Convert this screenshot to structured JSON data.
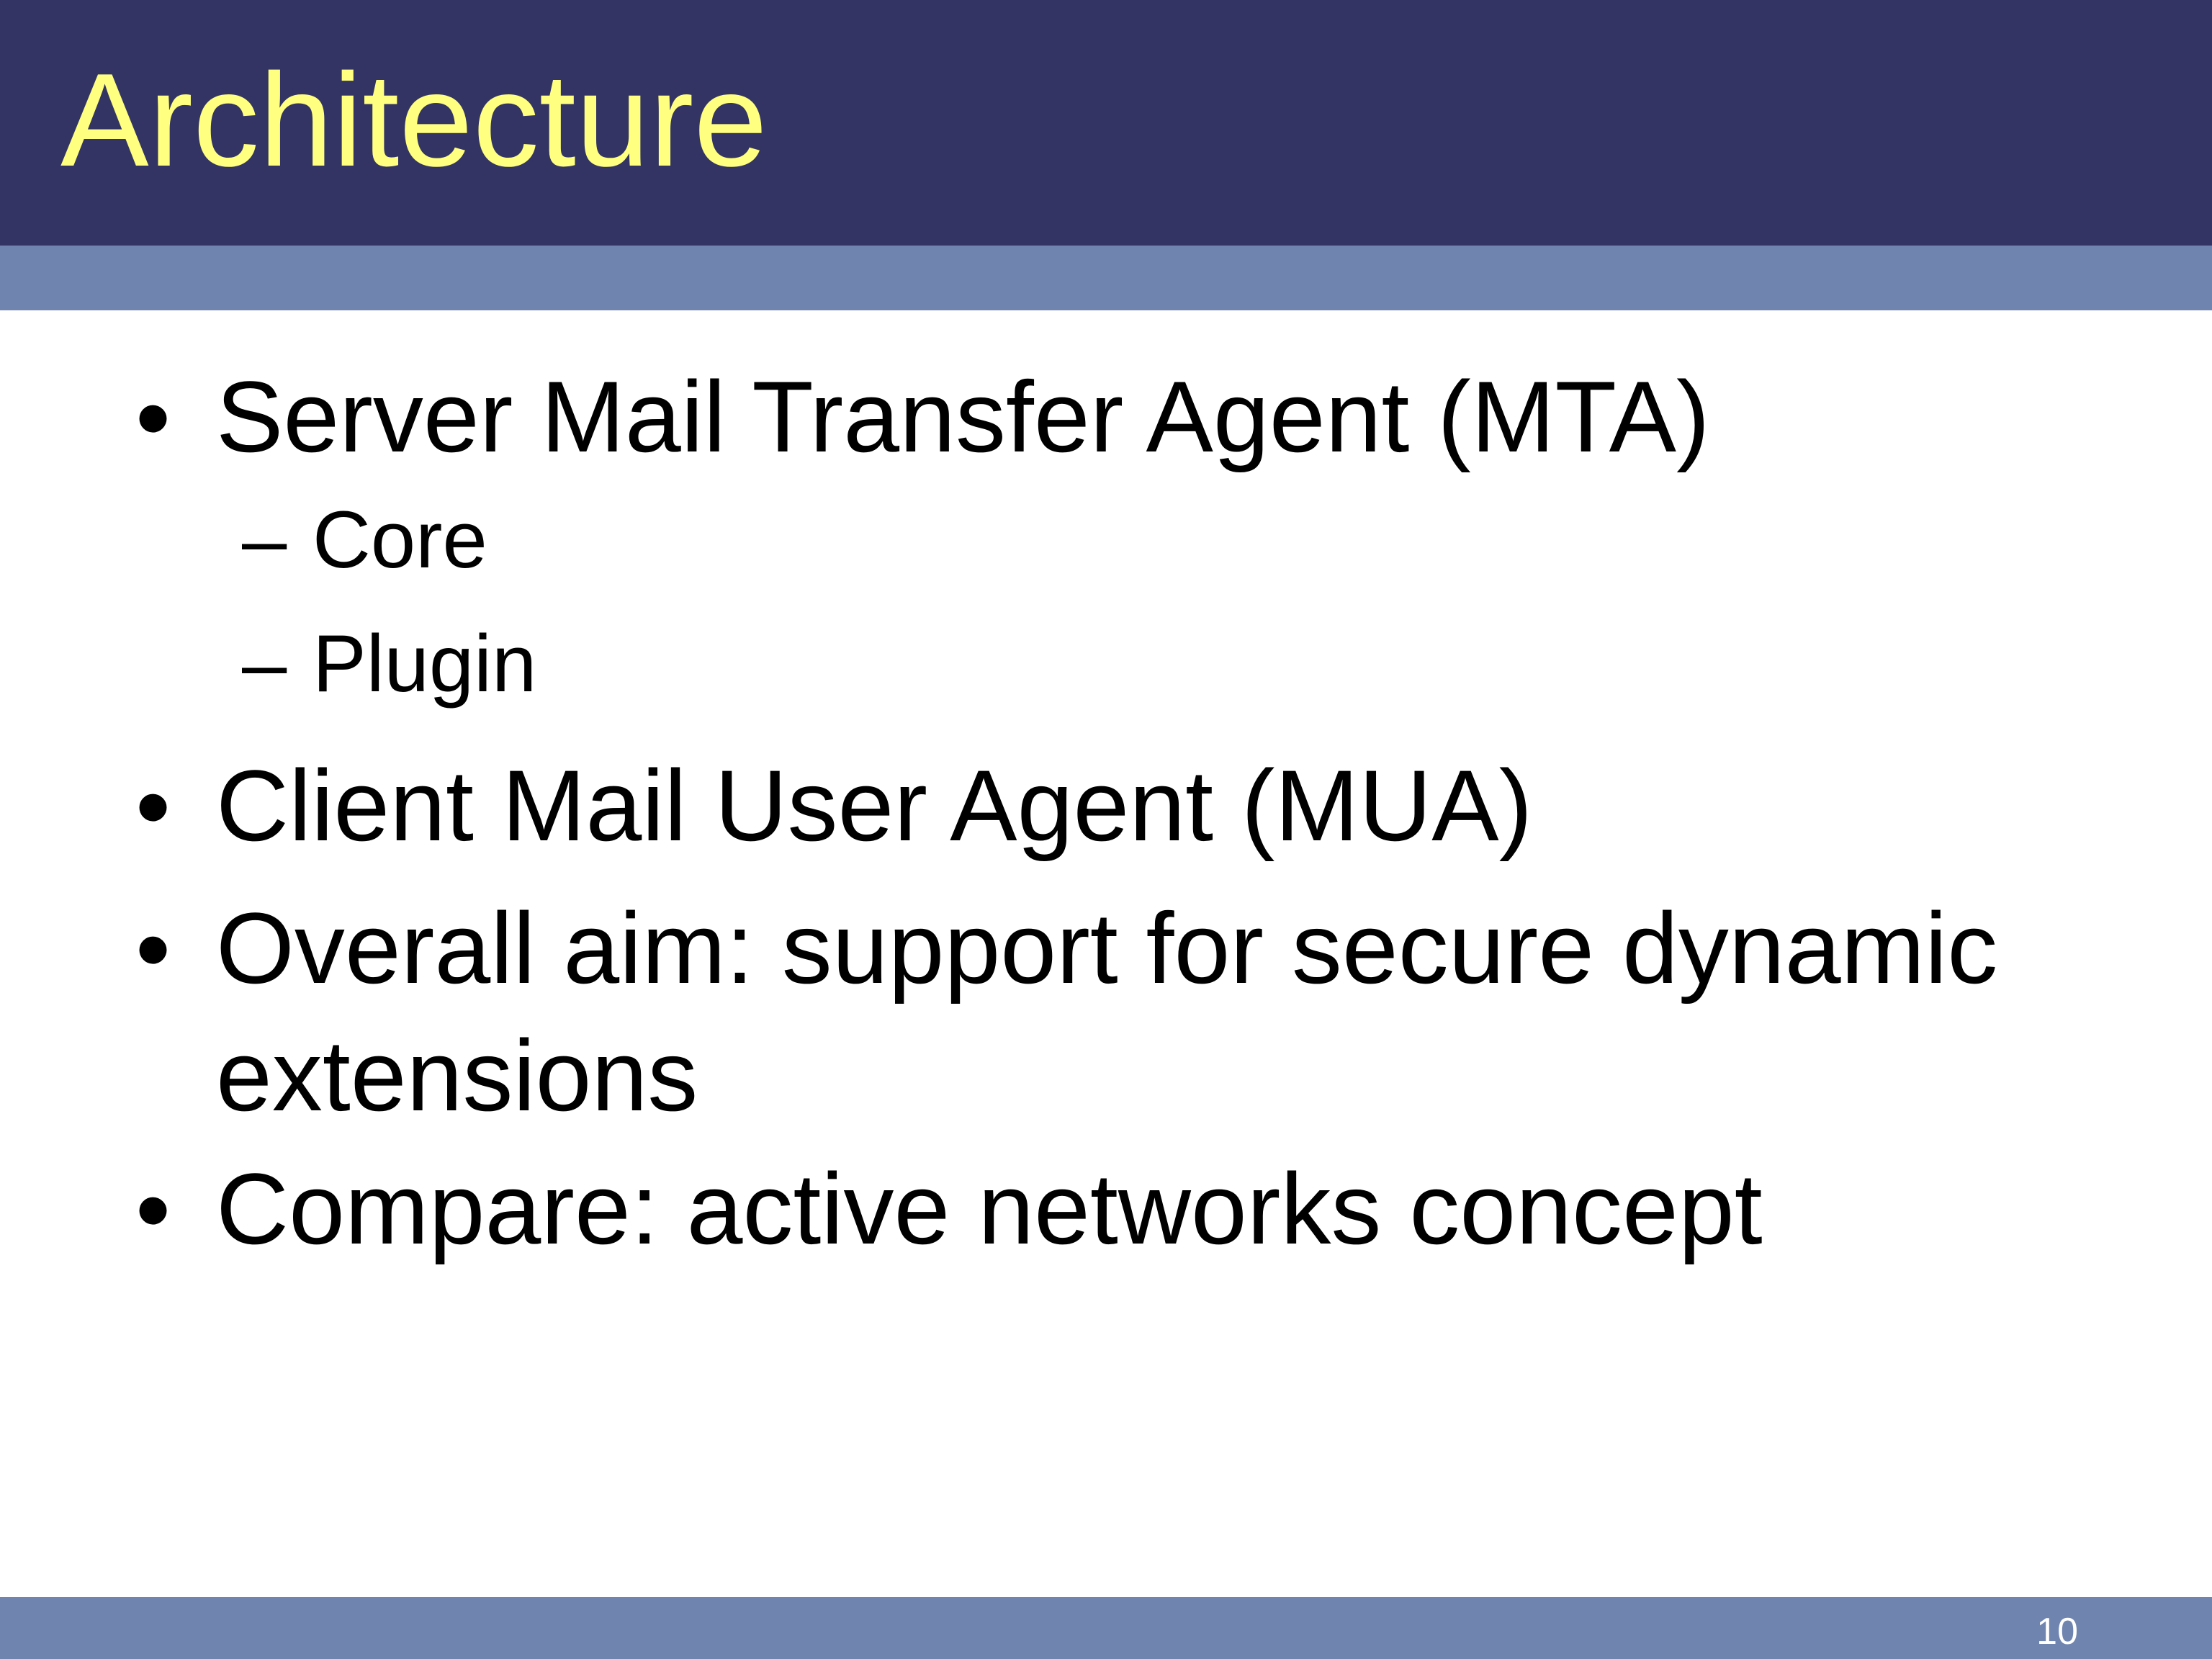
{
  "slide": {
    "title": "Architecture",
    "page_number": "10",
    "colors": {
      "title_band": "#333463",
      "title_text": "#ffff80",
      "accent_band": "#6f84af",
      "body_text": "#000000"
    },
    "bullets": [
      {
        "marker": "•",
        "text": "Server Mail Transfer Agent (MTA)",
        "sub_items": [
          {
            "marker": "–",
            "text": "Core"
          },
          {
            "marker": "–",
            "text": "Plugin"
          }
        ]
      },
      {
        "marker": "•",
        "text": "Client Mail User Agent (MUA)"
      },
      {
        "marker": "•",
        "text": "Overall aim: support for secure dynamic",
        "continuation": "extensions"
      },
      {
        "marker": "•",
        "text": "Compare: active networks concept"
      }
    ]
  }
}
